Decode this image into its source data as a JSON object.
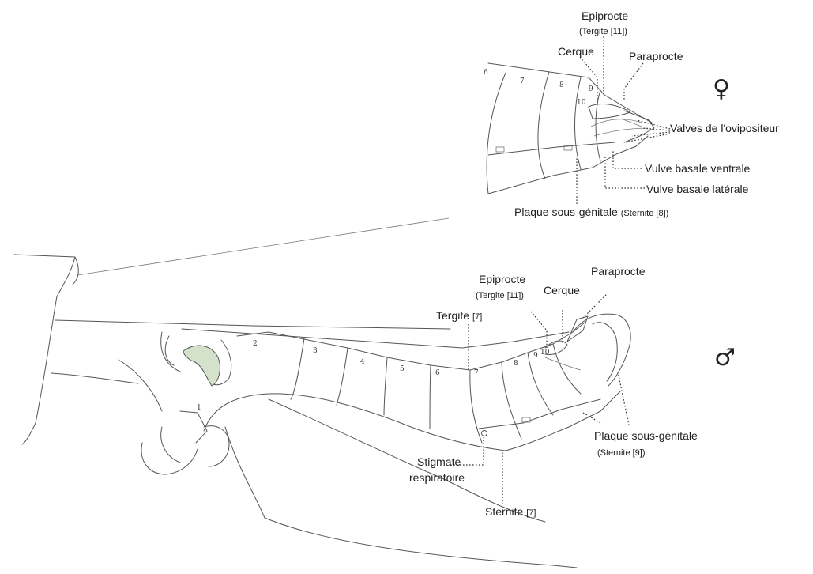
{
  "female": {
    "symbol": "♀",
    "labels": {
      "epiprocte": "Epiprocte",
      "epiprocte_sub": "(Tergite [11])",
      "cerque": "Cerque",
      "paraprocte": "Paraprocte",
      "valves": "Valves de l'ovipositeur",
      "vulve_ventrale": "Vulve basale ventrale",
      "vulve_laterale": "Vulve basale latérale",
      "plaque": "Plaque sous-génitale",
      "plaque_sub": "(Sternite [8])"
    },
    "segment_numbers": [
      "6",
      "7",
      "8",
      "9",
      "10"
    ]
  },
  "male": {
    "symbol": "♂",
    "labels": {
      "epiprocte": "Epiprocte",
      "epiprocte_sub": "(Tergite [11])",
      "cerque": "Cerque",
      "paraprocte": "Paraprocte",
      "tergite": "Tergite",
      "tergite_sub": "[7]",
      "plaque": "Plaque sous-génitale",
      "plaque_sub": "(Sternite [9])",
      "stigmate_1": "Stigmate",
      "stigmate_2": "respiratoire",
      "sternite": "Sternite",
      "sternite_sub": "[7]"
    },
    "segment_numbers": [
      "1",
      "2",
      "3",
      "4",
      "5",
      "6",
      "7",
      "8",
      "9",
      "10"
    ]
  },
  "colors": {
    "outline": "#555555",
    "leader": "#333333",
    "highlight": "#d4e2cc"
  }
}
